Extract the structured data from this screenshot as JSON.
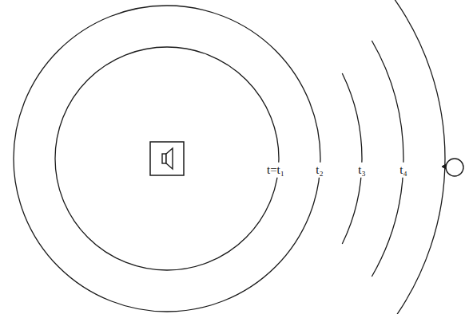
{
  "diagram": {
    "labels": [
      "t=t₁",
      "t₂",
      "t₃",
      "t₄"
    ]
  }
}
